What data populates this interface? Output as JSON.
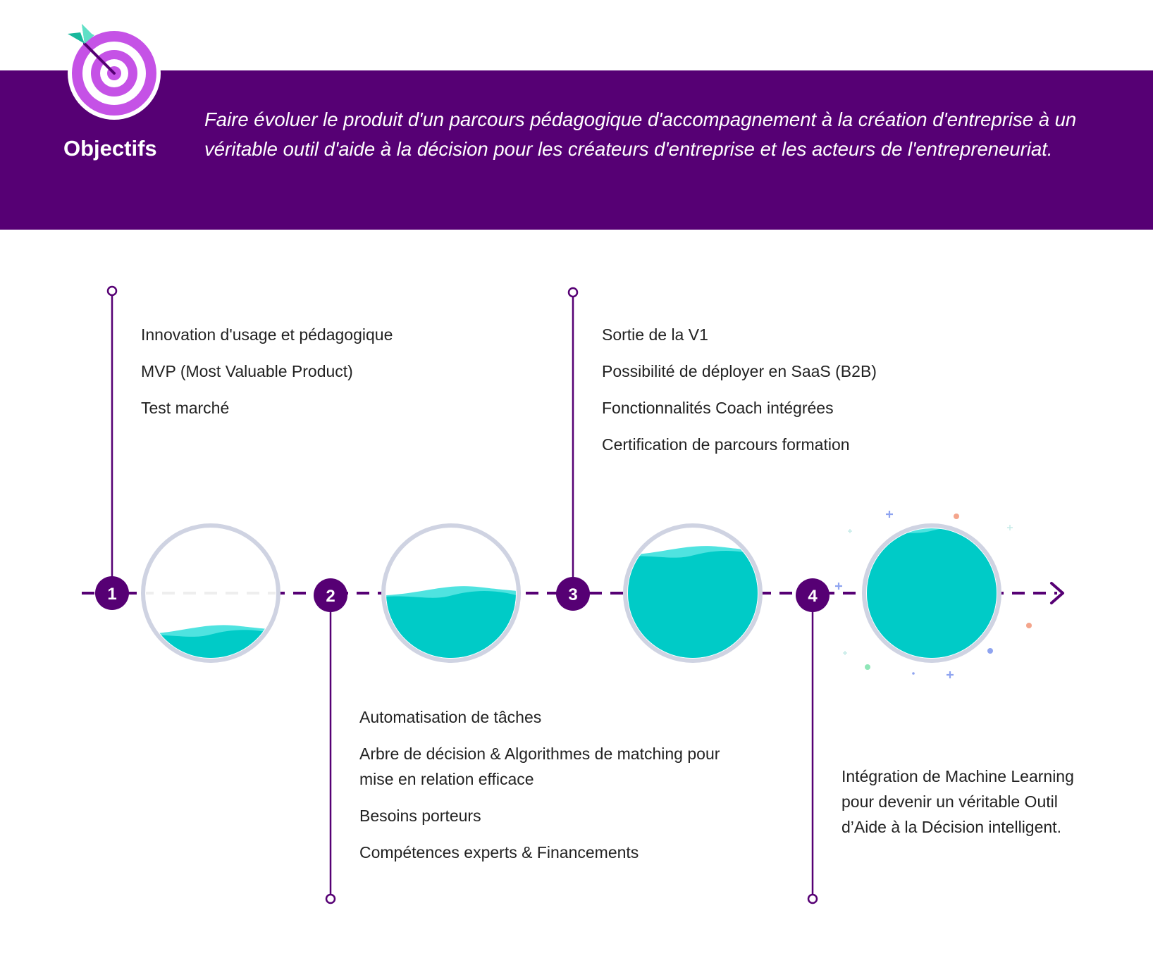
{
  "header": {
    "title": "Objectifs",
    "description": "Faire évoluer le produit d'un parcours pédagogique d'accompagnement à la création d'entreprise à un véritable outil d'aide à la décision pour les créateurs d'entreprise et les acteurs de l'entrepreneuriat."
  },
  "colors": {
    "primary": "#560074",
    "accent_magenta": "#c552e6",
    "teal": "#00cbc7",
    "teal_light": "#4fe3e0",
    "circle_ring": "#cfd3e2"
  },
  "icons": [
    "target-icon",
    "arrow-icon"
  ],
  "steps": [
    {
      "number": "1",
      "fill_fraction": 0.17,
      "items": [
        "Innovation d'usage et pédagogique",
        "MVP (Most Valuable Product)",
        "Test marché"
      ]
    },
    {
      "number": "2",
      "fill_fraction": 0.47,
      "items": [
        "Automatisation de tâches",
        "Arbre de décision & Algorithmes de matching pour mise en relation efficace",
        "Besoins porteurs",
        "Compétences experts & Financements"
      ]
    },
    {
      "number": "3",
      "fill_fraction": 0.78,
      "items": [
        "Sortie de la V1",
        "Possibilité de déployer en SaaS (B2B)",
        "Fonctionnalités Coach intégrées",
        "Certification de parcours formation"
      ]
    },
    {
      "number": "4",
      "fill_fraction": 0.97,
      "items": [
        "Intégration de Machine Learning pour devenir un véritable Outil d’Aide à la Décision intelligent."
      ]
    }
  ]
}
